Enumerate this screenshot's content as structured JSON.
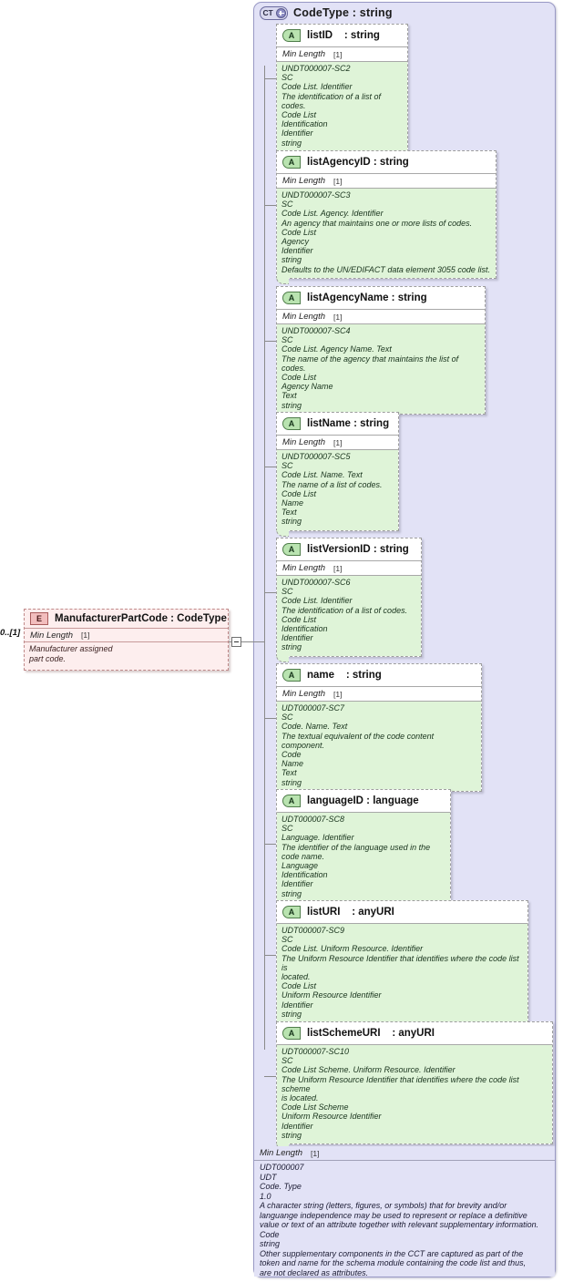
{
  "diagram": {
    "type": "xsd-schema-diagram",
    "complex_type": {
      "icon": "complextype-expand-icon",
      "icon_label": "CT",
      "title": "CodeType : string"
    },
    "element": {
      "icon": "element-icon",
      "icon_label": "E",
      "title": "ManufacturerPartCode : CodeType",
      "cardinality": "0..[1]",
      "min_length_label": "Min Length",
      "min_length_value": "[1]",
      "annotation": [
        "Manufacturer assigned",
        "part code."
      ],
      "toggle": "collapse-toggle"
    },
    "attributes": [
      {
        "icon_label": "A",
        "name": "listID",
        "type": ": string",
        "min_length_label": "Min Length",
        "min_length_value": "[1]",
        "lines": [
          "UNDT000007-SC2",
          "SC",
          "Code List. Identifier",
          "The identification of a list of codes.",
          "Code List",
          "Identification",
          "Identifier",
          "string"
        ]
      },
      {
        "icon_label": "A",
        "name": "listAgencyID",
        "type": ": string",
        "min_length_label": "Min Length",
        "min_length_value": "[1]",
        "lines": [
          "UNDT000007-SC3",
          "SC",
          "Code List. Agency. Identifier",
          "An agency that maintains one or more lists of codes.",
          "Code List",
          "Agency",
          "Identifier",
          "string",
          "Defaults to the UN/EDIFACT data element 3055 code list."
        ]
      },
      {
        "icon_label": "A",
        "name": "listAgencyName",
        "type": ": string",
        "min_length_label": "Min Length",
        "min_length_value": "[1]",
        "lines": [
          "UNDT000007-SC4",
          "SC",
          "Code List. Agency Name. Text",
          "The name of the agency that maintains the list of codes.",
          "Code List",
          "Agency Name",
          "Text",
          "string"
        ]
      },
      {
        "icon_label": "A",
        "name": "listName",
        "type": ": string",
        "min_length_label": "Min Length",
        "min_length_value": "[1]",
        "lines": [
          "UNDT000007-SC5",
          "SC",
          "Code List. Name. Text",
          "The name of a list of codes.",
          "Code List",
          "Name",
          "Text",
          "string"
        ]
      },
      {
        "icon_label": "A",
        "name": "listVersionID",
        "type": ": string",
        "min_length_label": "Min Length",
        "min_length_value": "[1]",
        "lines": [
          "UNDT000007-SC6",
          "SC",
          "Code List. Identifier",
          "The identification of a list of codes.",
          "Code List",
          "Identification",
          "Identifier",
          "string"
        ]
      },
      {
        "icon_label": "A",
        "name": "name",
        "type": ": string",
        "min_length_label": "Min Length",
        "min_length_value": "[1]",
        "lines": [
          "UDT000007-SC7",
          "SC",
          "Code. Name. Text",
          "The textual equivalent of the code content component.",
          "Code",
          "Name",
          "Text",
          "string"
        ]
      },
      {
        "icon_label": "A",
        "name": "languageID",
        "type": ": language",
        "min_length_label": "",
        "min_length_value": "",
        "lines": [
          "UDT000007-SC8",
          "SC",
          "Language. Identifier",
          "The identifier of the language used in the code name.",
          "Language",
          "Identification",
          "Identifier",
          "string"
        ]
      },
      {
        "icon_label": "A",
        "name": "listURI",
        "type": ": anyURI",
        "min_length_label": "",
        "min_length_value": "",
        "lines": [
          "UDT000007-SC9",
          "SC",
          "Code List. Uniform Resource. Identifier",
          "The Uniform Resource Identifier that identifies where the code list is",
          "located.",
          "Code List",
          "Uniform Resource Identifier",
          "Identifier",
          "string"
        ]
      },
      {
        "icon_label": "A",
        "name": "listSchemeURI",
        "type": ": anyURI",
        "min_length_label": "",
        "min_length_value": "",
        "lines": [
          "UDT000007-SC10",
          "SC",
          "Code List Scheme. Uniform Resource. Identifier",
          "The Uniform Resource Identifier that identifies where the code list scheme",
          "is located.",
          "Code List Scheme",
          "Uniform Resource Identifier",
          "Identifier",
          "string"
        ]
      }
    ],
    "summary": {
      "min_length_label": "Min Length",
      "min_length_value": "[1]",
      "lines": [
        "UDT000007",
        "UDT",
        "Code. Type",
        "1.0",
        "A character string (letters, figures, or symbols) that for brevity and/or",
        "languange independence may be used to represent or replace a definitive",
        "value or text of an attribute together with relevant supplementary information.",
        "Code",
        "string",
        "Other supplementary components in the CCT are captured as part of the",
        "token and name for the schema module containing the code list and thus,",
        "are not declared as attributes."
      ]
    },
    "colors": {
      "container_fill": "#e2e2f6",
      "attribute_body_fill": "#dff4d8",
      "element_fill": "#fdeeee",
      "attribute_icon_fill": "#b9e3b0",
      "element_icon_fill": "#f2bdbd"
    }
  }
}
